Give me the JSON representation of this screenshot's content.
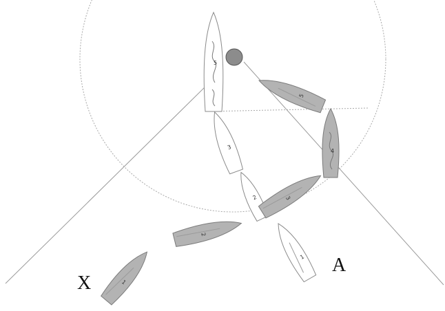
{
  "labels": {
    "boat_x": "X",
    "boat_a": "A"
  },
  "white_boat": {
    "color": "#ffffff",
    "positions": [
      "1",
      "2",
      "3",
      "",
      "5"
    ]
  },
  "grey_boat": {
    "color": "#b3b3b3",
    "positions": [
      "1",
      "2",
      "3",
      "4",
      "5"
    ]
  },
  "mark": {
    "color": "#8c8c8c",
    "icon": "round-mark"
  }
}
